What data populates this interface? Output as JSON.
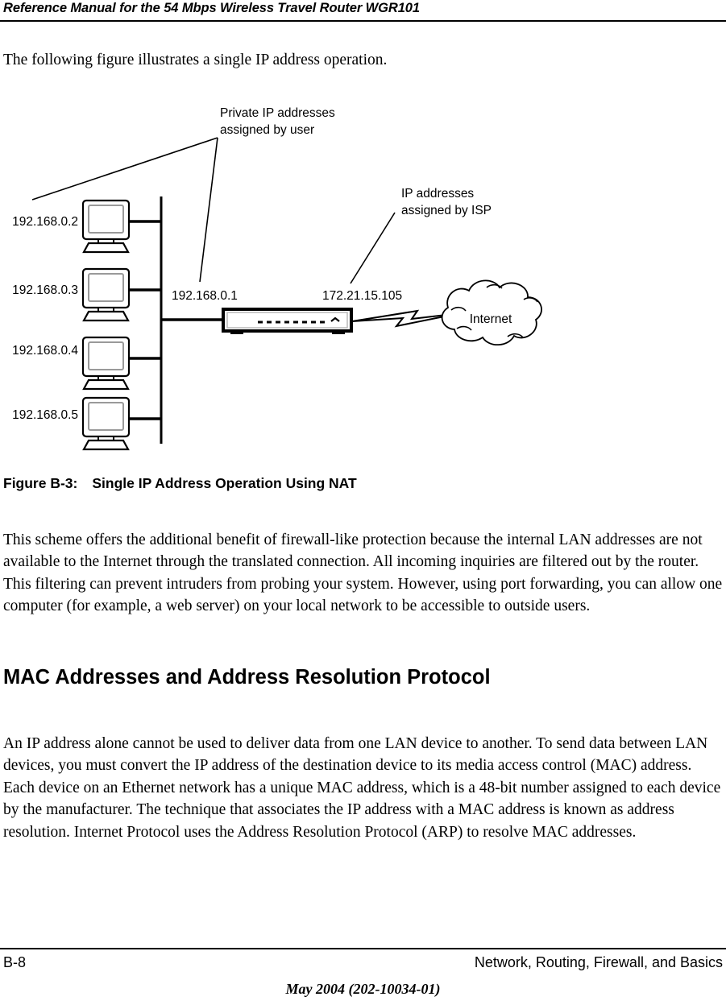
{
  "header": {
    "title": "Reference Manual for the 54 Mbps Wireless Travel Router WGR101"
  },
  "intro": {
    "text": "The following figure illustrates a single IP address operation."
  },
  "figure": {
    "caption_number": "Figure B-3:",
    "caption_title": "Single IP Address Operation Using NAT",
    "callouts": {
      "private_line1": "Private IP addresses",
      "private_line2": "assigned by user",
      "isp_line1": "IP addresses",
      "isp_line2": "assigned by ISP"
    },
    "host_addresses": [
      "192.168.0.2",
      "192.168.0.3",
      "192.168.0.4",
      "192.168.0.5"
    ],
    "router_lan_address": "192.168.0.1",
    "router_wan_address": "172.21.15.105",
    "cloud_label": "Internet"
  },
  "body": {
    "paragraph_nat": "This scheme offers the additional benefit of firewall-like protection because the internal LAN addresses are not available to the Internet through the translated connection. All incoming inquiries are filtered out by the router. This filtering can prevent intruders from probing your system. However, using port forwarding, you can allow one computer (for example, a web server) on your local network to be accessible to outside users.",
    "section_heading": "MAC Addresses and Address Resolution Protocol",
    "paragraph_mac": "An IP address alone cannot be used to deliver data from one LAN device to another. To send data between LAN devices, you must convert the IP address of the destination device to its media access control (MAC) address. Each device on an Ethernet network has a unique MAC address, which is a 48-bit number assigned to each device by the manufacturer. The technique that associates the IP address with a MAC address is known as address resolution. Internet Protocol uses the Address Resolution Protocol (ARP) to resolve MAC addresses."
  },
  "footer": {
    "page_number": "B-8",
    "section_name": "Network, Routing, Firewall, and Basics",
    "date_code": "May 2004 (202-10034-01)"
  }
}
